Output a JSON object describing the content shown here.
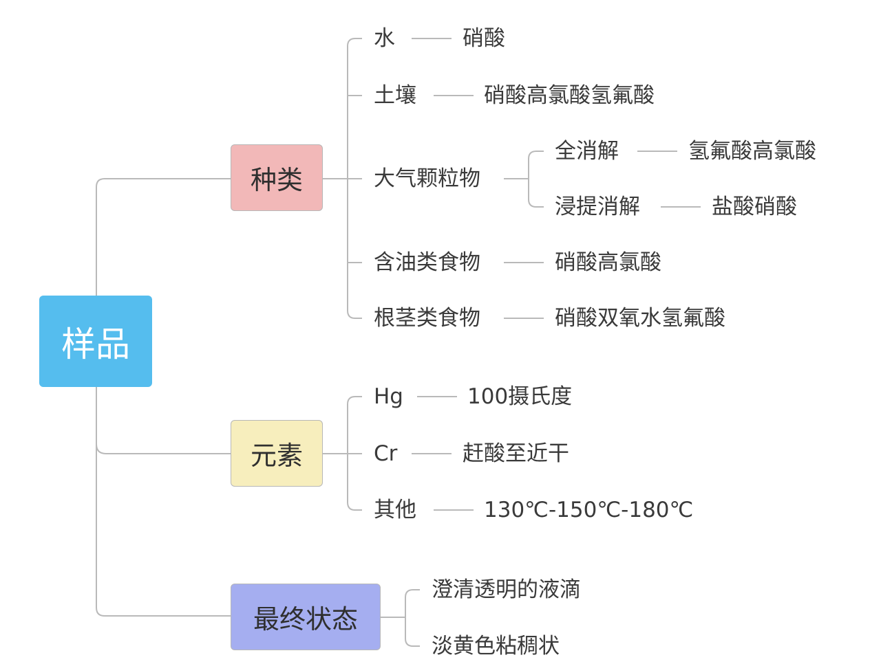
{
  "root": {
    "label": "样品"
  },
  "categories": [
    {
      "label": "种类",
      "items": [
        {
          "label": "水",
          "detail": "硝酸"
        },
        {
          "label": "土壤",
          "detail": "硝酸高氯酸氢氟酸"
        },
        {
          "label": "大气颗粒物",
          "children": [
            {
              "label": "全消解",
              "detail": "氢氟酸高氯酸"
            },
            {
              "label": "浸提消解",
              "detail": "盐酸硝酸"
            }
          ]
        },
        {
          "label": "含油类食物",
          "detail": "硝酸高氯酸"
        },
        {
          "label": "根茎类食物",
          "detail": "硝酸双氧水氢氟酸"
        }
      ]
    },
    {
      "label": "元素",
      "items": [
        {
          "label": "Hg",
          "detail": "100摄氏度"
        },
        {
          "label": "Cr",
          "detail": "赶酸至近干"
        },
        {
          "label": "其他",
          "detail": "130℃-150℃-180℃"
        }
      ]
    },
    {
      "label": "最终状态",
      "items": [
        {
          "label": "澄清透明的液滴"
        },
        {
          "label": "淡黄色粘稠状"
        }
      ]
    }
  ]
}
